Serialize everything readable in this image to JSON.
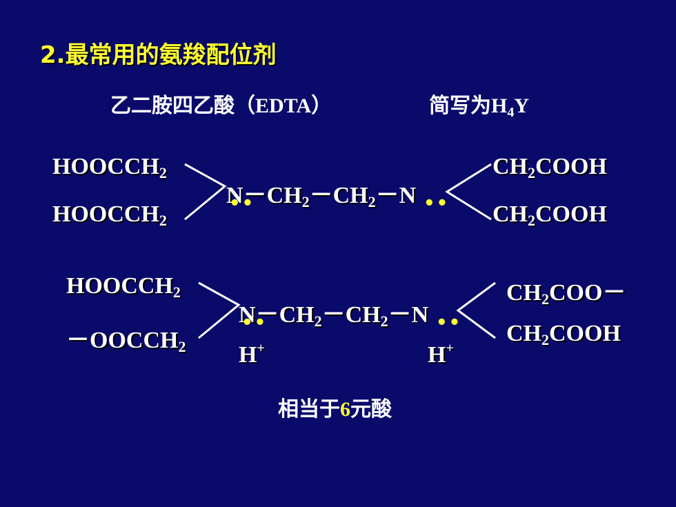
{
  "title": "2.最常用的氨羧配位剂",
  "subtitle": {
    "name_cn": "乙二胺四乙酸（",
    "name_abbr": "EDTA",
    "name_close": "）",
    "abbr_label": "简写为",
    "abbr_formula_H": "H",
    "abbr_formula_sub": "4",
    "abbr_formula_Y": "Y"
  },
  "structure1": {
    "left_top": "HOOCCH",
    "left_bottom": "HOOCCH",
    "sub2": "2",
    "n": "N",
    "dash": "－",
    "ch": "CH",
    "right_top_a": "CH",
    "right_top_b": "COOH",
    "right_bottom_a": "CH",
    "right_bottom_b": "COOH",
    "lone_pair": "••"
  },
  "structure2": {
    "left_top": "HOOCCH",
    "left_bottom_minus": "－",
    "left_bottom": "OOCCH",
    "sub2": "2",
    "n": "N",
    "dash": "－",
    "ch": "CH",
    "right_top_a": "CH",
    "right_top_b": "COO",
    "right_top_minus": "－",
    "right_bottom_a": "CH",
    "right_bottom_b": "COOH",
    "h": "H",
    "plus": "+",
    "lone_pair": "••"
  },
  "bottom": {
    "prefix": "相当于",
    "number": "6",
    "suffix": "元酸"
  },
  "colors": {
    "background": "#0a0a6b",
    "highlight": "#ffff33",
    "text": "#ffffff"
  }
}
